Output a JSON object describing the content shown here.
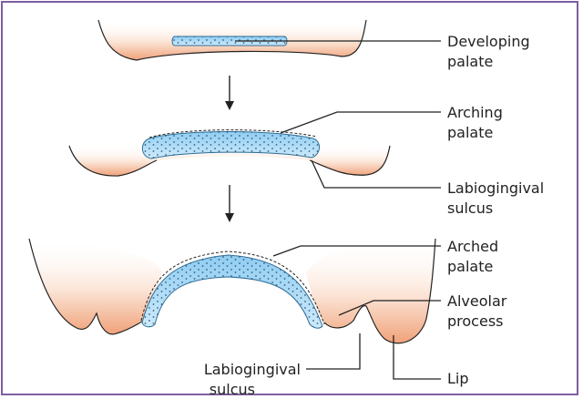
{
  "labels": {
    "developing_palate": [
      "Developing",
      "palate"
    ],
    "arching_palate": [
      "Arching",
      "palate"
    ],
    "labiogingival_sulcus_mid": [
      "Labiogingival",
      "sulcus"
    ],
    "arched_palate": [
      "Arched",
      "palate"
    ],
    "alveolar_process": [
      "Alveolar",
      "process"
    ],
    "labiogingival_sulcus_bottom": [
      "Labiogingival",
      "sulcus"
    ],
    "lip": "Lip"
  },
  "colors": {
    "frame": "#7d5fa0",
    "palate_fill": "#a9d9f5",
    "palate_stroke": "#2f6f99",
    "tissue": "#f2a77e",
    "line": "#222222"
  }
}
